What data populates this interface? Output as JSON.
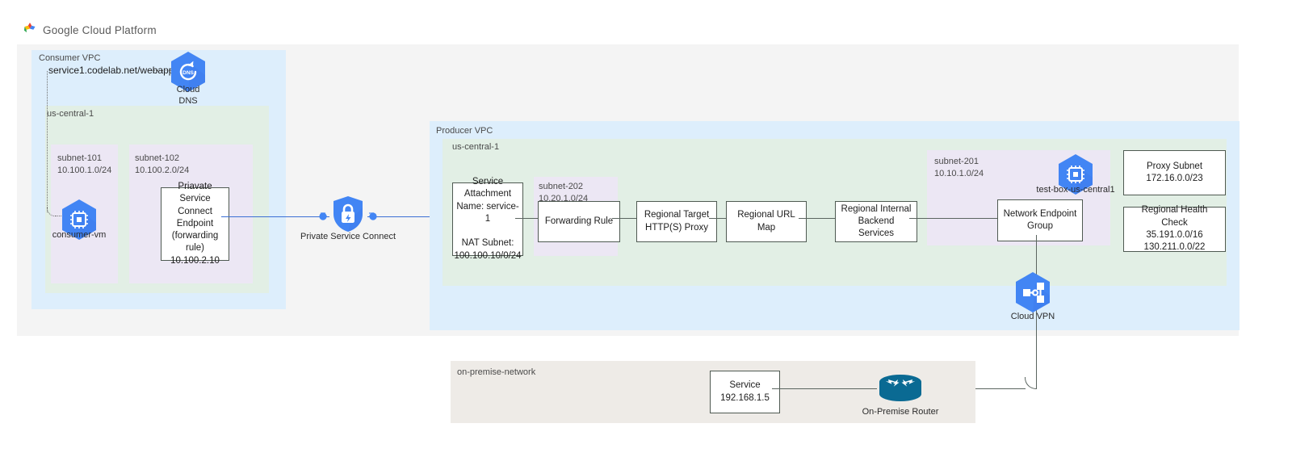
{
  "header": {
    "brand": "Google Cloud Platform",
    "logo_icon": "google-cloud-logo"
  },
  "consumer_vpc": {
    "label": "Consumer VPC",
    "zone_label": "us-central-1",
    "dns_record": "service1.codelab.net/webapp",
    "cloud_dns": {
      "caption_line1": "Cloud",
      "caption_line2": "DNS",
      "icon": "cloud-dns-icon"
    },
    "subnets": [
      {
        "name": "subnet-101",
        "cidr": "10.100.1.0/24"
      },
      {
        "name": "subnet-102",
        "cidr": "10.100.2.0/24"
      }
    ],
    "vm": {
      "caption": "consumer-vm",
      "icon": "compute-vm-icon"
    },
    "psc_endpoint": {
      "line1": "Priavate Service",
      "line2": "Connect Endpoint",
      "line3": "(forwarding rule)",
      "line4": "10.100.2.10"
    }
  },
  "private_service_connect": {
    "caption": "Private Service Connect",
    "icon": "private-service-connect-icon"
  },
  "producer_vpc": {
    "label": "Producer VPC",
    "zone_label": "us-central-1",
    "service_attachment": {
      "line1": "Service",
      "line2": "Attachment",
      "line3": "Name: service-1",
      "line4": "NAT Subnet:",
      "line5": "100.100.10/0/24"
    },
    "subnet_202": {
      "name": "subnet-202",
      "cidr": "10.20.1.0/24"
    },
    "forwarding_rule": "Forwarding Rule",
    "target_proxy": {
      "line1": "Regional Target",
      "line2": "HTTP(S) Proxy"
    },
    "url_map": "Regional URL Map",
    "backend_services": {
      "line1": "Regional Internal",
      "line2": "Backend Services"
    },
    "subnet_201": {
      "name": "subnet-201",
      "cidr": "10.10.1.0/24"
    },
    "test_box": {
      "caption": "test-box-us-central1",
      "icon": "compute-vm-icon"
    },
    "network_endpoint_group": {
      "line1": "Network Endpoint",
      "line2": "Group"
    },
    "proxy_subnet": {
      "line1": "Proxy Subnet",
      "line2": "172.16.0.0/23"
    },
    "health_check": {
      "line1": "Regional Health Check",
      "line2": "35.191.0.0/16",
      "line3": "130.211.0.0/22"
    }
  },
  "cloud_vpn": {
    "caption": "Cloud VPN",
    "icon": "cloud-vpn-icon"
  },
  "on_premise": {
    "label": "on-premise-network",
    "service": {
      "line1": "Service",
      "line2": "192.168.1.5"
    },
    "router": {
      "caption": "On-Premise Router",
      "icon": "on-premise-router-icon"
    }
  },
  "colors": {
    "page_background": "#ffffff",
    "outer_region": "#f4f4f4",
    "vpc": "#ddeefc",
    "zone": "#e2efe5",
    "subnet": "#ece7f4",
    "on_premise": "#eeebe7",
    "gcp_blue": "#4285f4",
    "link_blue": "#3b6fd4",
    "router_teal": "#0a6a93",
    "box_border": "#4f5a52"
  }
}
